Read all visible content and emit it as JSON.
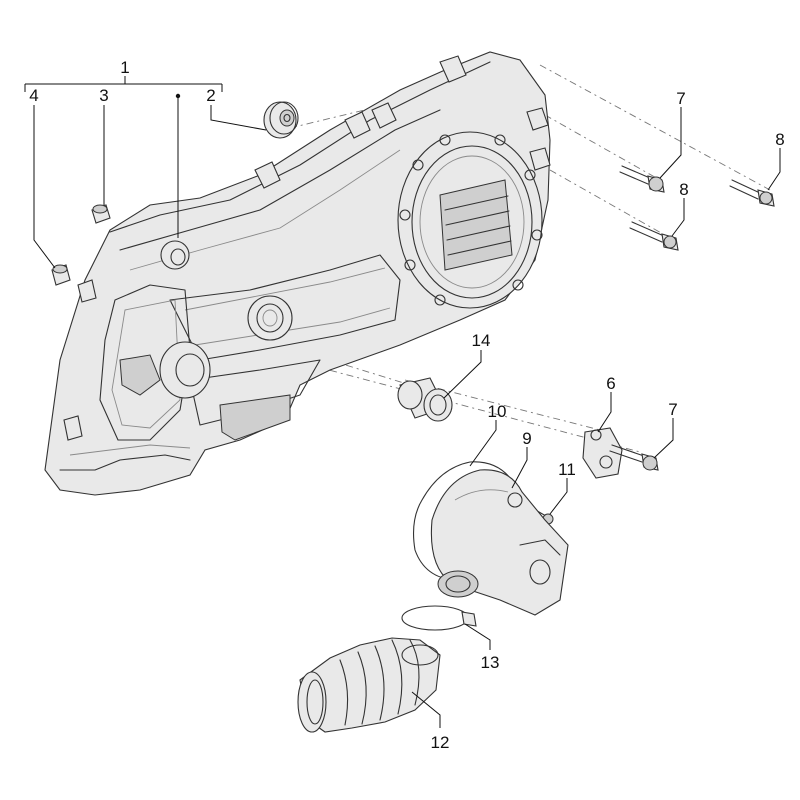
{
  "callouts": [
    {
      "id": "1",
      "label": "1"
    },
    {
      "id": "2",
      "label": "2"
    },
    {
      "id": "3",
      "label": "3"
    },
    {
      "id": "4",
      "label": "4"
    },
    {
      "id": "6",
      "label": "6"
    },
    {
      "id": "7a",
      "label": "7"
    },
    {
      "id": "7b",
      "label": "7"
    },
    {
      "id": "8a",
      "label": "8"
    },
    {
      "id": "8b",
      "label": "8"
    },
    {
      "id": "9",
      "label": "9"
    },
    {
      "id": "10",
      "label": "10"
    },
    {
      "id": "11",
      "label": "11"
    },
    {
      "id": "12",
      "label": "12"
    },
    {
      "id": "13",
      "label": "13"
    },
    {
      "id": "14",
      "label": "14"
    }
  ]
}
